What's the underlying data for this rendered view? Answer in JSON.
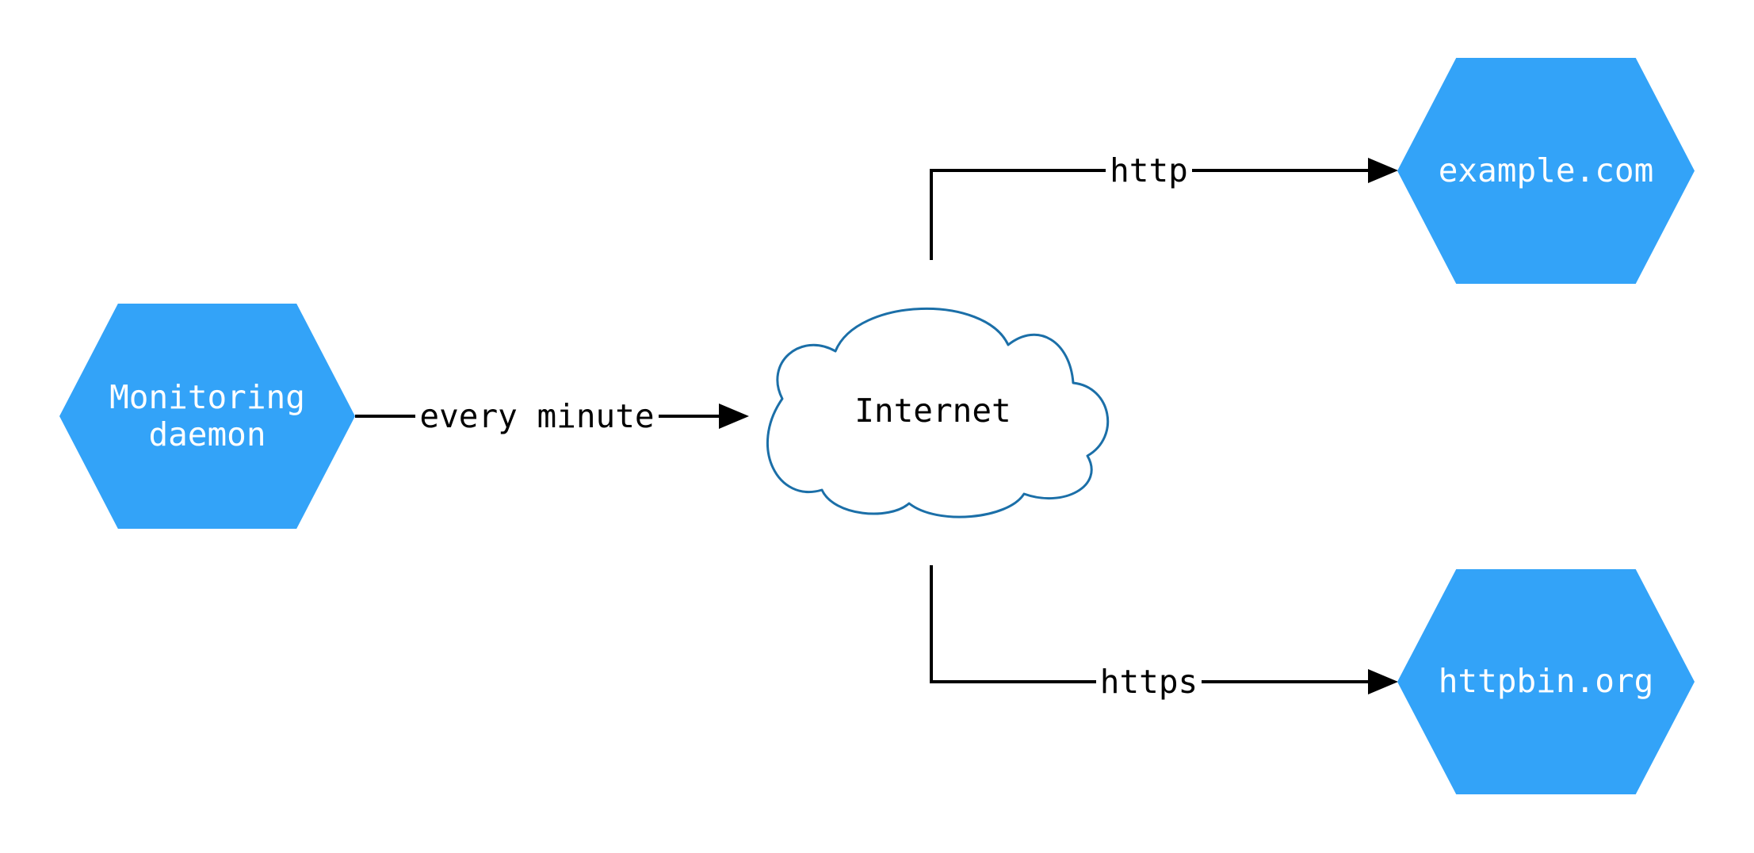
{
  "diagram": {
    "title": "monitoring-diagram",
    "background_color": "#ffffff",
    "colors": {
      "hexagon_fill": "#33a3f8",
      "hexagon_text": "#ffffff",
      "cloud_stroke": "#1b6fa8",
      "cloud_fill": "#ffffff",
      "edge_line": "#000000",
      "edge_text": "#000000"
    },
    "nodes": [
      {
        "id": "monitoring-daemon",
        "shape": "hexagon",
        "label": "Monitoring\ndaemon"
      },
      {
        "id": "internet",
        "shape": "cloud",
        "label": "Internet"
      },
      {
        "id": "example-com",
        "shape": "hexagon",
        "label": "example.com"
      },
      {
        "id": "httpbin-org",
        "shape": "hexagon",
        "label": "httpbin.org"
      }
    ],
    "edges": [
      {
        "from": "monitoring-daemon",
        "to": "internet",
        "label": "every minute",
        "arrow": "right"
      },
      {
        "from": "internet",
        "to": "example-com",
        "label": "http",
        "arrow": "right"
      },
      {
        "from": "internet",
        "to": "httpbin-org",
        "label": "https",
        "arrow": "right"
      }
    ]
  }
}
